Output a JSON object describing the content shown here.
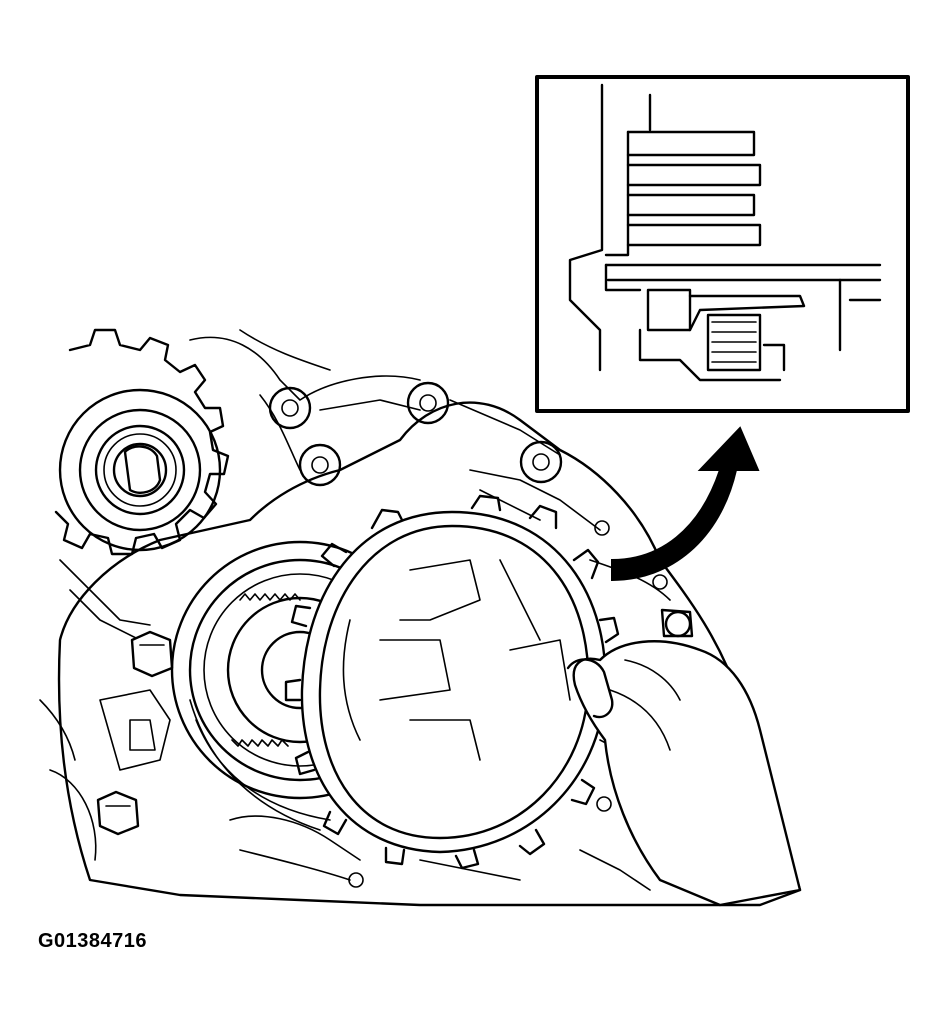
{
  "figure": {
    "code": "G01384716",
    "ink_color": "#000000",
    "paper_color": "#ffffff",
    "icons": [
      "transmission-case",
      "counter-gear",
      "clutch-drum",
      "bolt",
      "clutch-disc-ring",
      "hand",
      "inset-detail",
      "curved-arrow"
    ]
  }
}
